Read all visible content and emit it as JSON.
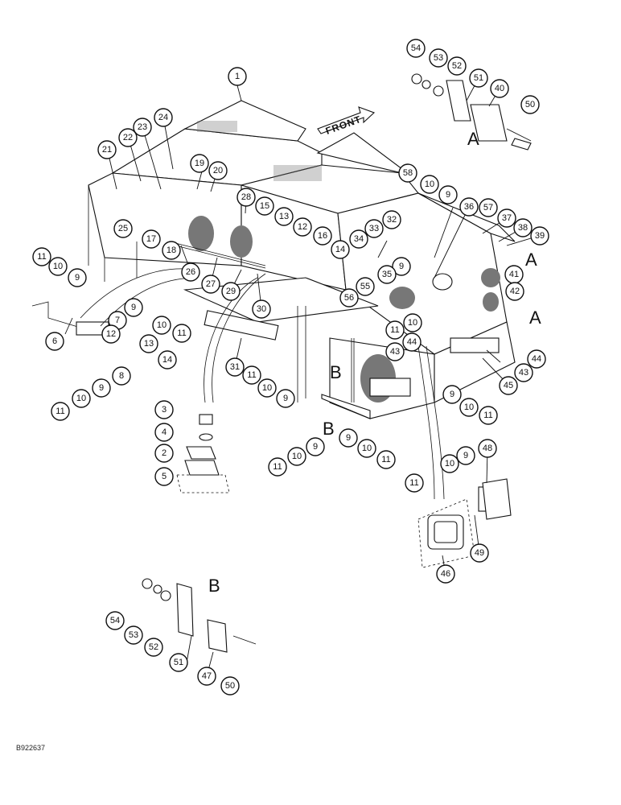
{
  "front_label": "FRONT",
  "detail_letters": [
    "A",
    "A",
    "A",
    "B",
    "B",
    "B"
  ],
  "drawing_code": "B922637",
  "callouts": [
    "1",
    "2",
    "3",
    "4",
    "5",
    "6",
    "7",
    "8",
    "9",
    "10",
    "11",
    "12",
    "13",
    "14",
    "15",
    "16",
    "17",
    "18",
    "19",
    "20",
    "21",
    "22",
    "23",
    "24",
    "25",
    "26",
    "27",
    "28",
    "29",
    "30",
    "31",
    "32",
    "33",
    "34",
    "35",
    "36",
    "37",
    "38",
    "39",
    "40",
    "41",
    "42",
    "43",
    "44",
    "45",
    "46",
    "47",
    "48",
    "49",
    "50",
    "51",
    "52",
    "53",
    "54",
    "55",
    "56",
    "57",
    "58"
  ]
}
